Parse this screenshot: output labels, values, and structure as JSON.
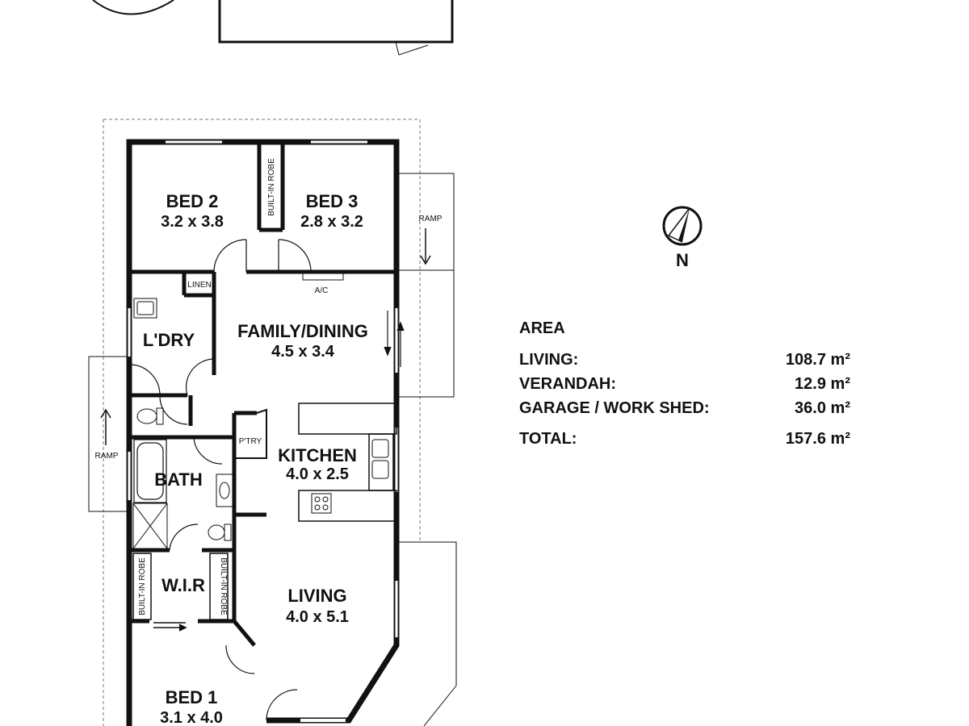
{
  "rooms": {
    "bed2": {
      "name": "BED 2",
      "dims": "3.2 x 3.8"
    },
    "bed3": {
      "name": "BED 3",
      "dims": "2.8 x 3.2"
    },
    "family": {
      "name": "FAMILY/DINING",
      "dims": "4.5 x 3.4"
    },
    "laundry": {
      "name": "L'DRY"
    },
    "kitchen": {
      "name": "KITCHEN",
      "dims": "4.0 x 2.5"
    },
    "bath": {
      "name": "BATH"
    },
    "wir": {
      "name": "W.I.R"
    },
    "living": {
      "name": "LIVING",
      "dims": "4.0 x 5.1"
    },
    "bed1": {
      "name": "BED 1",
      "dims": "3.1 x 4.0"
    }
  },
  "labels": {
    "built_in_robe": "BUILT-IN ROBE",
    "linen": "LINEN",
    "ac": "A/C",
    "pantry": "P'TRY",
    "ramp": "RAMP",
    "north": "N"
  },
  "area": {
    "title": "AREA",
    "unit": "m²",
    "rows": [
      {
        "label": "LIVING:",
        "value": "108.7"
      },
      {
        "label": "VERANDAH:",
        "value": "12.9"
      },
      {
        "label": "GARAGE / WORK SHED:",
        "value": "36.0"
      }
    ],
    "total": {
      "label": "TOTAL:",
      "value": "157.6"
    }
  }
}
